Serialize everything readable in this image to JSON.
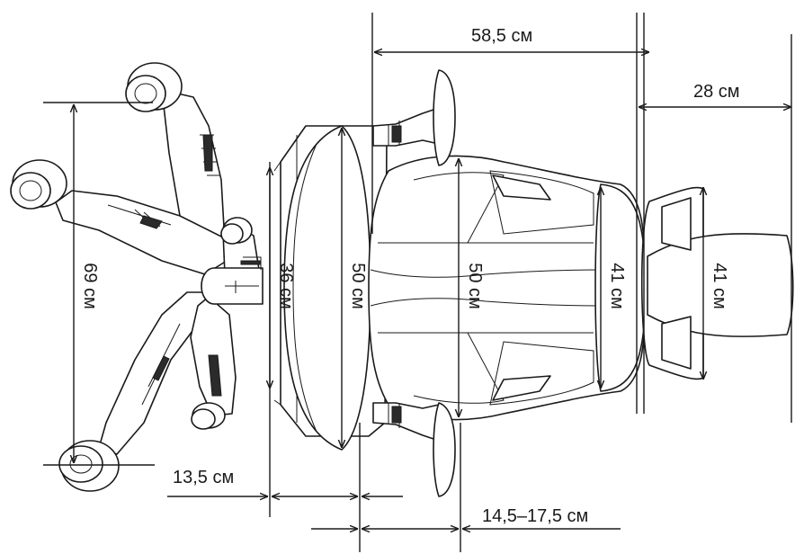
{
  "dimensions": {
    "seat_depth": "58,5 см",
    "headrest_height": "28 см",
    "base_diameter": "69 см",
    "gas_lift_height": "36 см",
    "seat_width": "50 см",
    "backrest_width": "50 см",
    "backrest_upper_width": "41 см",
    "headrest_width": "41 см",
    "armrest_offset": "13,5 см",
    "armrest_adjust": "14,5–17,5 см"
  },
  "colors": {
    "line": "#1a1a1a",
    "fill": "#ffffff",
    "accent": "#2b2b2b"
  }
}
